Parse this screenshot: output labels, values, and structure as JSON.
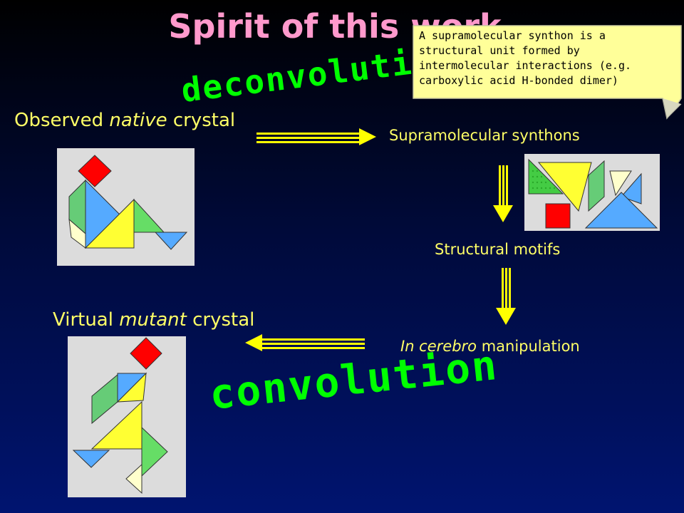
{
  "title": "Spirit of this work",
  "deconvolution": "deconvolution",
  "convolution": "convolution",
  "observed": {
    "pre": "Observed ",
    "em": "native",
    "post": " crystal"
  },
  "virtual": {
    "pre": "Virtual ",
    "em": "mutant",
    "post": " crystal"
  },
  "synthons": "Supramolecular synthons",
  "motifs": "Structural motifs",
  "manipulation": {
    "em": "In cerebro",
    "post": " manipulation"
  },
  "callout": "A supramolecular synthon is a structural unit formed by intermolecular interactions (e.g. carboxylic acid H-bonded dimer)",
  "colors": {
    "title": "#ff99cc",
    "wordart": "#00ff00",
    "labels": "#ffff66",
    "callout_bg": "#ffff99",
    "arrow": "#ffff00"
  }
}
